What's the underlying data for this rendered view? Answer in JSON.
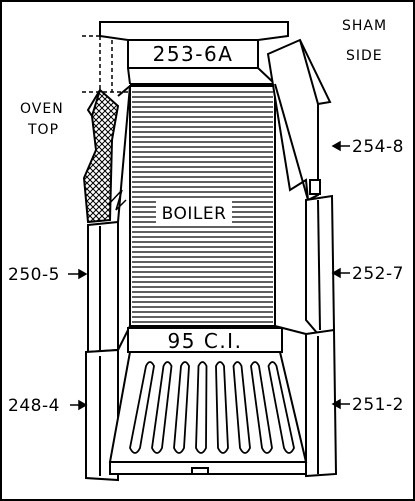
{
  "diagram": {
    "part_labels": {
      "top": "253-6A",
      "front": "95 C.I.",
      "boiler": "BOILER",
      "right_upper": "254-8",
      "right_middle": "252-7",
      "right_lower": "251-2",
      "left_middle": "250-5",
      "left_lower": "248-4"
    },
    "side_labels": {
      "sham_line1": "SHAM",
      "sham_line2": "SIDE",
      "oven_line1": "OVEN",
      "oven_line2": "TOP"
    },
    "colors": {
      "ink": "#000000",
      "paper": "#ffffff"
    }
  }
}
